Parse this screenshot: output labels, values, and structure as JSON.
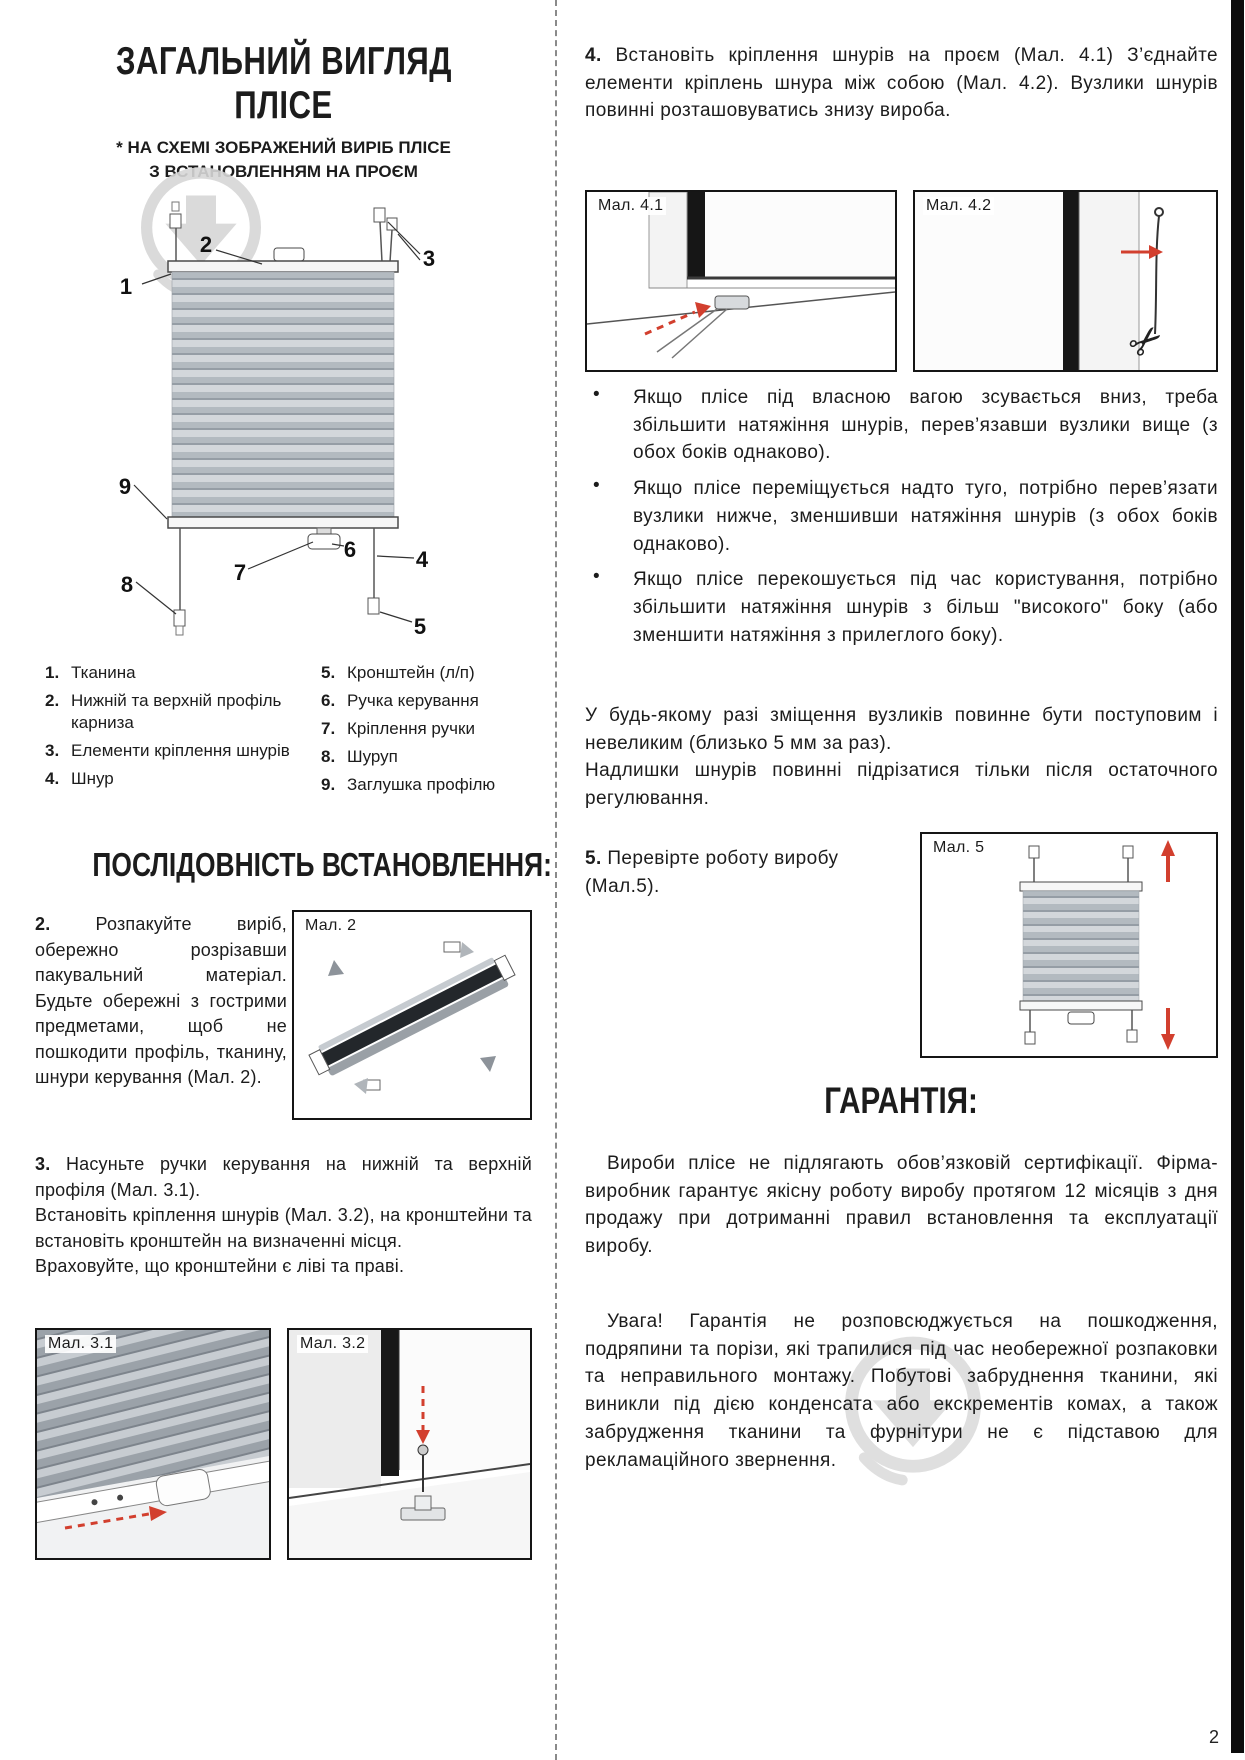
{
  "page": {
    "number": "2",
    "bullet": "•"
  },
  "icons": {
    "scissors": "✂"
  },
  "colors": {
    "accent_red": "#d23f2e",
    "watermark_gray": "#d7d7d7",
    "pleat_gray": "#b3bac0"
  },
  "left_column": {
    "title": {
      "line1": "ЗАГАЛЬНИЙ ВИГЛЯД",
      "line2": "ПЛІСЕ"
    },
    "subtitle": {
      "line1": "* НА СХЕМІ ЗОБРАЖЕНИЙ ВИРІБ ПЛІСЕ",
      "line2": "З ВСТАНОВЛЕННЯМ НА ПРОЄМ"
    },
    "diagram": {
      "callouts": [
        "1",
        "2",
        "3",
        "4",
        "5",
        "6",
        "7",
        "8",
        "9"
      ]
    },
    "legend": {
      "col1": [
        {
          "num": "1.",
          "label": "Тканина"
        },
        {
          "num": "2.",
          "label": "Нижній та верхній профіль карниза"
        },
        {
          "num": "3.",
          "label": "Елементи кріплення шнурів"
        },
        {
          "num": "4.",
          "label": "Шнур"
        }
      ],
      "col2": [
        {
          "num": "5.",
          "label": "Кронштейн (л/п)"
        },
        {
          "num": "6.",
          "label": "Ручка керування"
        },
        {
          "num": "7.",
          "label": "Кріплення ручки"
        },
        {
          "num": "8.",
          "label": "Шуруп"
        },
        {
          "num": "9.",
          "label": "Заглушка профілю"
        }
      ]
    },
    "sequence_heading": "ПОСЛІДОВНІСТЬ ВСТАНОВЛЕННЯ:",
    "step2": {
      "num": "2.",
      "text": "Розпакуйте виріб, обережно розрізавши пакувальний матеріал. Будьте обережні з гострими предметами, щоб не пошкодити профіль, тканину, шнури керування (Мал. 2)."
    },
    "fig2": {
      "label": "Мал. 2"
    },
    "step3": {
      "num": "3.",
      "sentence1": "Насуньте ручки керування на нижній та верхній профіля (Мал. 3.1).",
      "sentence2": "Встановіть кріплення шнурів (Мал. 3.2), на кронштейни та встановіть кронштейн на визначенні місця.",
      "sentence3": "Враховуйте, що кронштейни є ліві та праві."
    },
    "fig31": {
      "label": "Мал. 3.1"
    },
    "fig32": {
      "label": "Мал. 3.2"
    }
  },
  "right_column": {
    "step4": {
      "num": "4.",
      "text": "Встановіть кріплення шнурів на проєм (Мал. 4.1) З’єднайте елементи кріплень шнура між собою (Мал. 4.2). Вузлики шнурів повинні розташовуватись знизу вироба."
    },
    "fig41": {
      "label": "Мал. 4.1"
    },
    "fig42": {
      "label": "Мал. 4.2"
    },
    "bullets": [
      "Якщо плісе під власною вагою зсувається вниз, треба збільшити натяжіння шнурів, перев’язавши вузлики вище (з обох боків однаково).",
      "Якщо плісе переміщується надто туго, потрібно перев’язати вузлики нижче, зменшивши натяжіння шнурів (з обох боків однаково).",
      "Якщо плісе перекошується під час користування, потрібно збільшити натяжіння шнурів з більш \"високого\" боку (або зменшити натяжіння з прилеглого боку)."
    ],
    "note": {
      "sentence1": "У будь-якому разі зміщення вузликів повинне бути поступовим і невеликим (близько 5 мм за раз).",
      "sentence2": "Надлишки шнурів повинні підрізатися тільки після остаточного регулювання."
    },
    "step5": {
      "num": "5.",
      "text": "Перевірте роботу виробу (Мал.5)."
    },
    "fig5": {
      "label": "Мал. 5"
    },
    "warranty": {
      "heading": "ГАРАНТІЯ:",
      "p1": "Вироби плісе не підлягають обов’язковій сертифікації. Фірма-виробник гарантує якісну роботу виробу протягом 12 місяців з дня продажу при дотриманні правил встановлення та експлуатації виробу.",
      "p2": "Увага! Гарантія не розповсюджується на пошкодження, подряпини та порізи, які трапилися під час необережної розпаковки та неправильного монтажу. Побутові забруднення тканини, які виникли під дією конденсата або екскрементів комах, а також забрудження тканини та фурнітури не є підставою для рекламаційного звернення."
    }
  }
}
